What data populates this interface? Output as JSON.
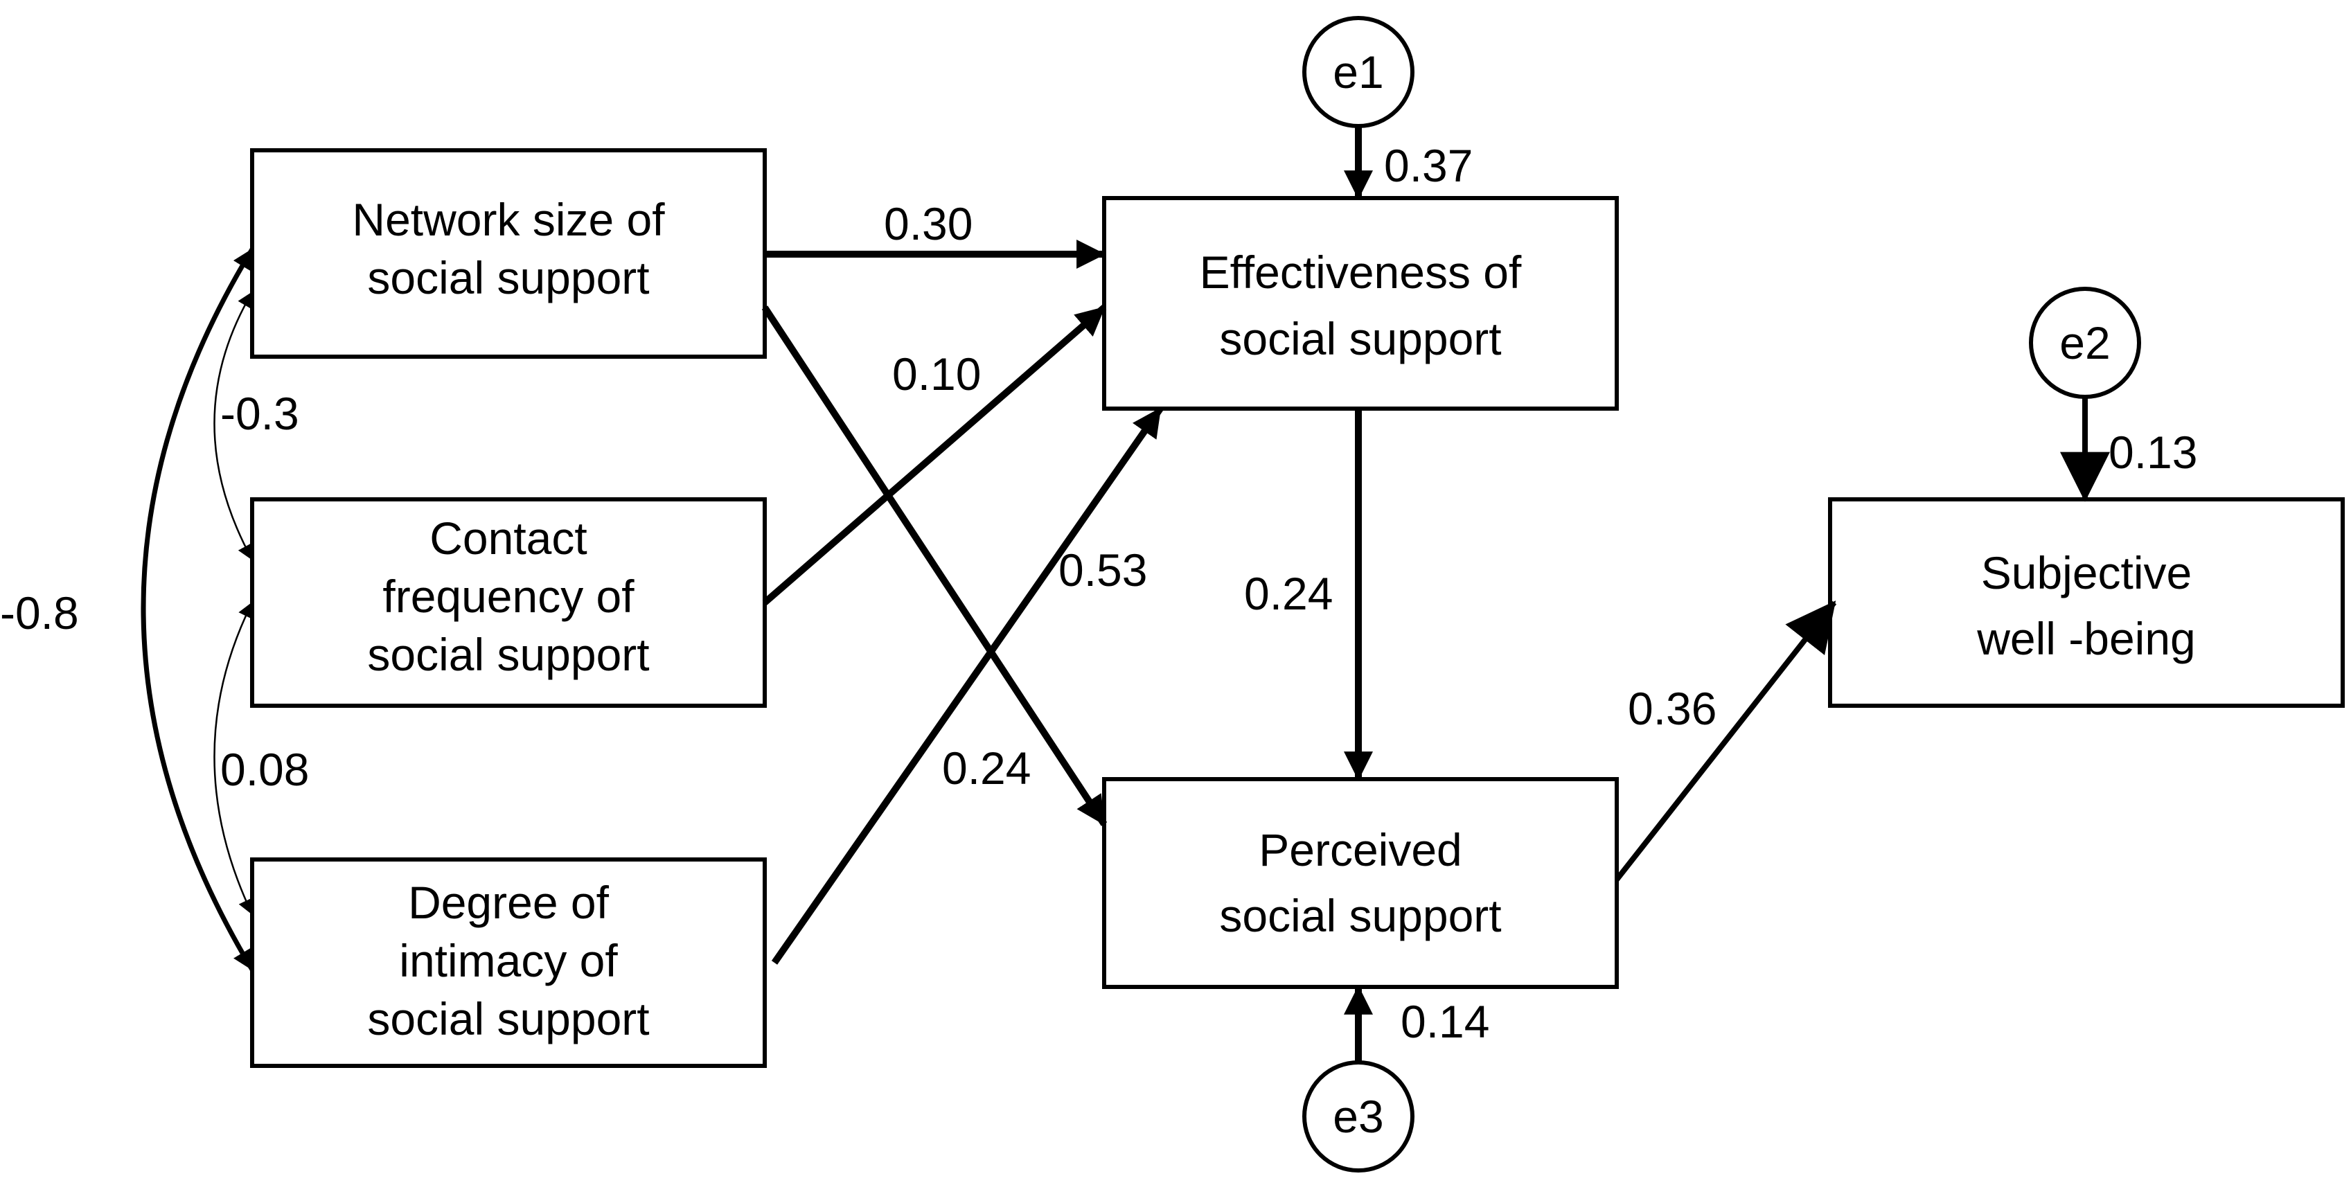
{
  "colors": {
    "stroke": "#000000",
    "background": "#ffffff"
  },
  "nodes": {
    "network_size": [
      "Network size of",
      "social support"
    ],
    "contact_frequency": [
      "Contact",
      "frequency of",
      "social support"
    ],
    "intimacy": [
      "Degree of",
      "intimacy of",
      "social support"
    ],
    "effectiveness": [
      "Effectiveness of",
      "social support"
    ],
    "perceived": [
      "Perceived",
      "social support"
    ],
    "wellbeing": [
      "Subjective",
      "well -being"
    ]
  },
  "errors": {
    "e1": "e1",
    "e2": "e2",
    "e3": "e3"
  },
  "coefficients": {
    "network_to_effectiveness": "0.30",
    "contact_to_effectiveness": "0.10",
    "intimacy_to_effectiveness": "0.53",
    "network_to_perceived": "0.24",
    "effectiveness_to_perceived": "0.24",
    "perceived_to_wellbeing": "0.36",
    "e1_to_effectiveness": "0.37",
    "e2_to_wellbeing": "0.13",
    "e3_to_perceived": "0.14",
    "cov_network_contact": "-0.3",
    "cov_contact_intimacy": "0.08",
    "cov_network_intimacy": "-0.8"
  }
}
